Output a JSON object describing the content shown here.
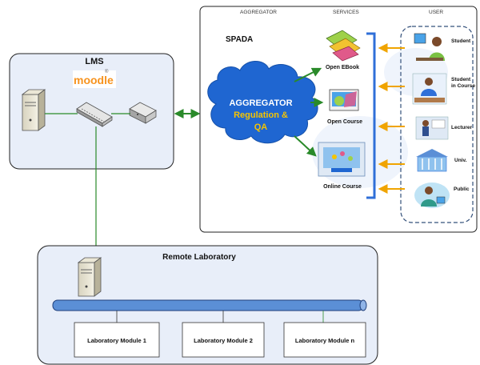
{
  "colors": {
    "panel_fill": "#e8eef9",
    "panel_stroke": "#222222",
    "cloud_fill": "#1f66d1",
    "cloud_text": "#ffffff",
    "cloud_subtext": "#f5c400",
    "bus_fill": "#5b8fd6",
    "green_link": "#2a8a2a",
    "arrow_orange": "#f0a400",
    "bracket_blue": "#2f6fd8",
    "moodle_orange": "#f7931e",
    "moodle_gray": "#666666"
  },
  "lms": {
    "title": "LMS",
    "logo_text": "moodle",
    "icons": [
      "server-icon",
      "switch-icon",
      "router-icon"
    ]
  },
  "spada": {
    "headers": {
      "aggregator": "AGGREGATOR",
      "services": "SERVICES",
      "user": "USER"
    },
    "name": "SPADA",
    "cloud": {
      "line1": "AGGREGATOR",
      "line2": "Regulation &",
      "line3": "QA"
    },
    "services": [
      {
        "label": "Open EBook",
        "icon": "ebook-icon"
      },
      {
        "label": "Open Course",
        "icon": "open-course-icon"
      },
      {
        "label": "Online Course",
        "icon": "online-course-icon"
      }
    ],
    "users": [
      {
        "label": "Student",
        "icon": "student-icon"
      },
      {
        "label": "Student in Course",
        "line1": "Student",
        "line2": "in Course",
        "icon": "student-in-course-icon"
      },
      {
        "label": "Lecturer",
        "icon": "lecturer-icon"
      },
      {
        "label": "Univ.",
        "icon": "university-icon"
      },
      {
        "label": "Public",
        "icon": "public-icon"
      }
    ]
  },
  "remote_lab": {
    "title": "Remote Laboratory",
    "modules": [
      "Laboratory Module 1",
      "Laboratory Module 2",
      "Laboratory Module n"
    ]
  }
}
